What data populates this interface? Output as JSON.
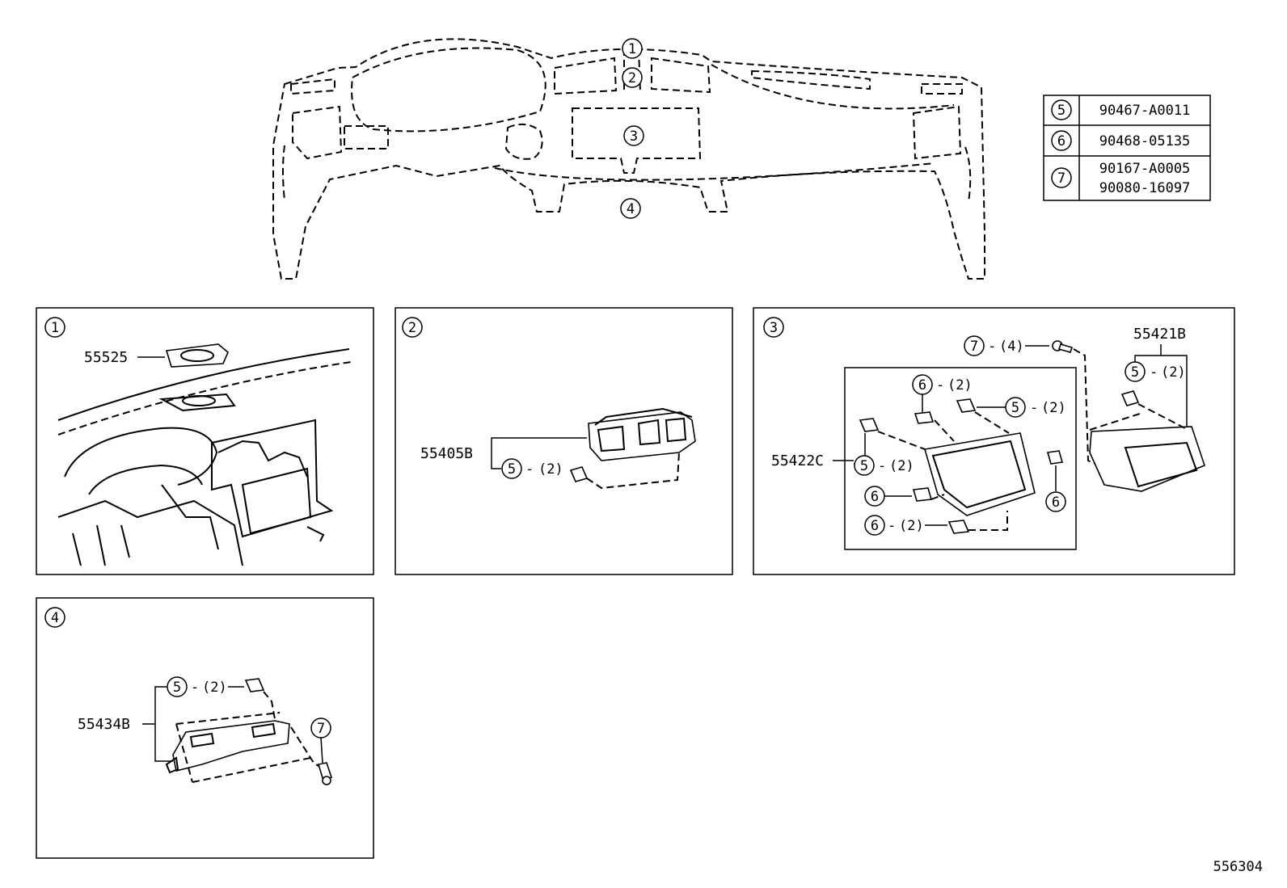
{
  "diagram": {
    "drawing_number": "556304",
    "overview_callouts": [
      "1",
      "2",
      "3",
      "4"
    ],
    "legend": [
      {
        "ref": "5",
        "parts": [
          "90467-A0011"
        ]
      },
      {
        "ref": "6",
        "parts": [
          "90468-05135"
        ]
      },
      {
        "ref": "7",
        "parts": [
          "90167-A0005",
          "90080-16097"
        ]
      }
    ],
    "panel1": {
      "label": "1",
      "part": "55525"
    },
    "panel2": {
      "label": "2",
      "part": "55405B",
      "callouts": [
        {
          "ref": "5",
          "qty": "(2)"
        }
      ]
    },
    "panel3": {
      "label": "3",
      "part_a": "55421B",
      "part_b": "55422C",
      "callouts": [
        {
          "ref": "7",
          "qty": "(4)"
        },
        {
          "ref": "5",
          "qty": "(2)"
        },
        {
          "ref": "6",
          "qty": "(2)"
        },
        {
          "ref": "5",
          "qty": "(2)"
        },
        {
          "ref": "5",
          "qty": "(2)"
        },
        {
          "ref": "6",
          "qty": ""
        },
        {
          "ref": "6",
          "qty": ""
        },
        {
          "ref": "6",
          "qty": "(2)"
        }
      ]
    },
    "panel4": {
      "label": "4",
      "part": "55434B",
      "callouts": [
        {
          "ref": "5",
          "qty": "(2)"
        },
        {
          "ref": "7",
          "qty": ""
        }
      ]
    }
  }
}
